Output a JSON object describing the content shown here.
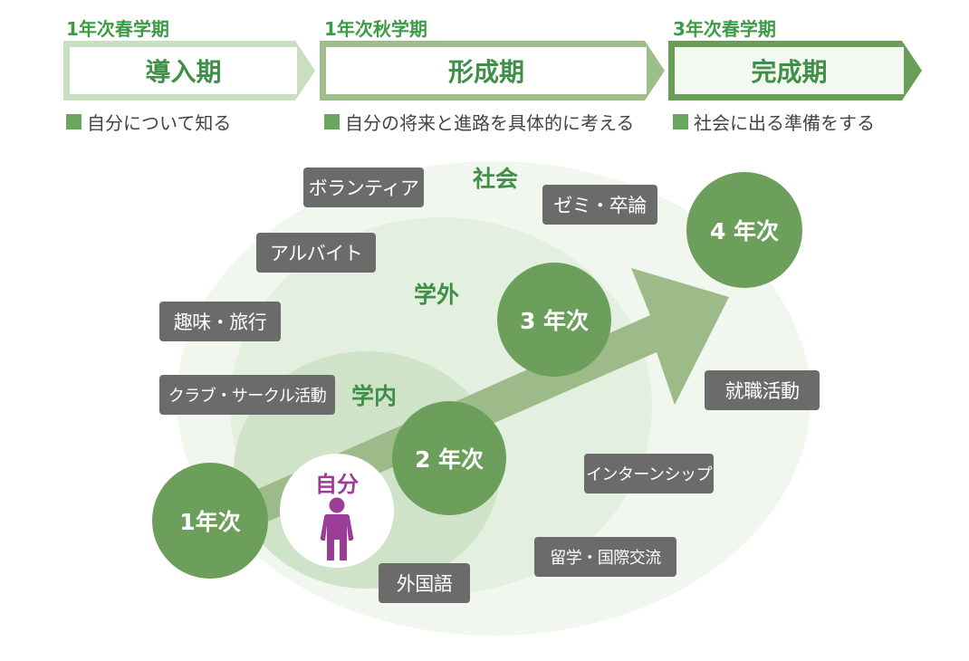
{
  "phases": [
    {
      "term": "1年次春学期",
      "name": "導入期",
      "goal": "自分について知る"
    },
    {
      "term": "1年次秋学期",
      "name": "形成期",
      "goal": "自分の将来と進路を具体的に考える"
    },
    {
      "term": "3年次春学期",
      "name": "完成期",
      "goal": "社会に出る準備をする"
    }
  ],
  "zones": {
    "society": "社会",
    "outside": "学外",
    "inside": "学内"
  },
  "self_label": "自分",
  "years": [
    "1年次",
    "2 年次",
    "3 年次",
    "4 年次"
  ],
  "activities": {
    "volunteer": "ボランティア",
    "seminar": "ゼミ・卒論",
    "parttime": "アルバイト",
    "hobby": "趣味・旅行",
    "club": "クラブ・サークル活動",
    "jobhunt": "就職活動",
    "internship": "インターンシップ",
    "study_abroad": "留学・国際交流",
    "language": "外国語"
  },
  "colors": {
    "phase1": "#c8dfc0",
    "phase2": "#9dbd8b",
    "phase3": "#6a9e58",
    "zone_label": "#3f8f48",
    "year_circle": "#6c9f5b",
    "arrow": "#9dbb88",
    "tag": "#6b6b6b",
    "self_label": "#9b3d97",
    "person_icon": "#9b3d97"
  }
}
